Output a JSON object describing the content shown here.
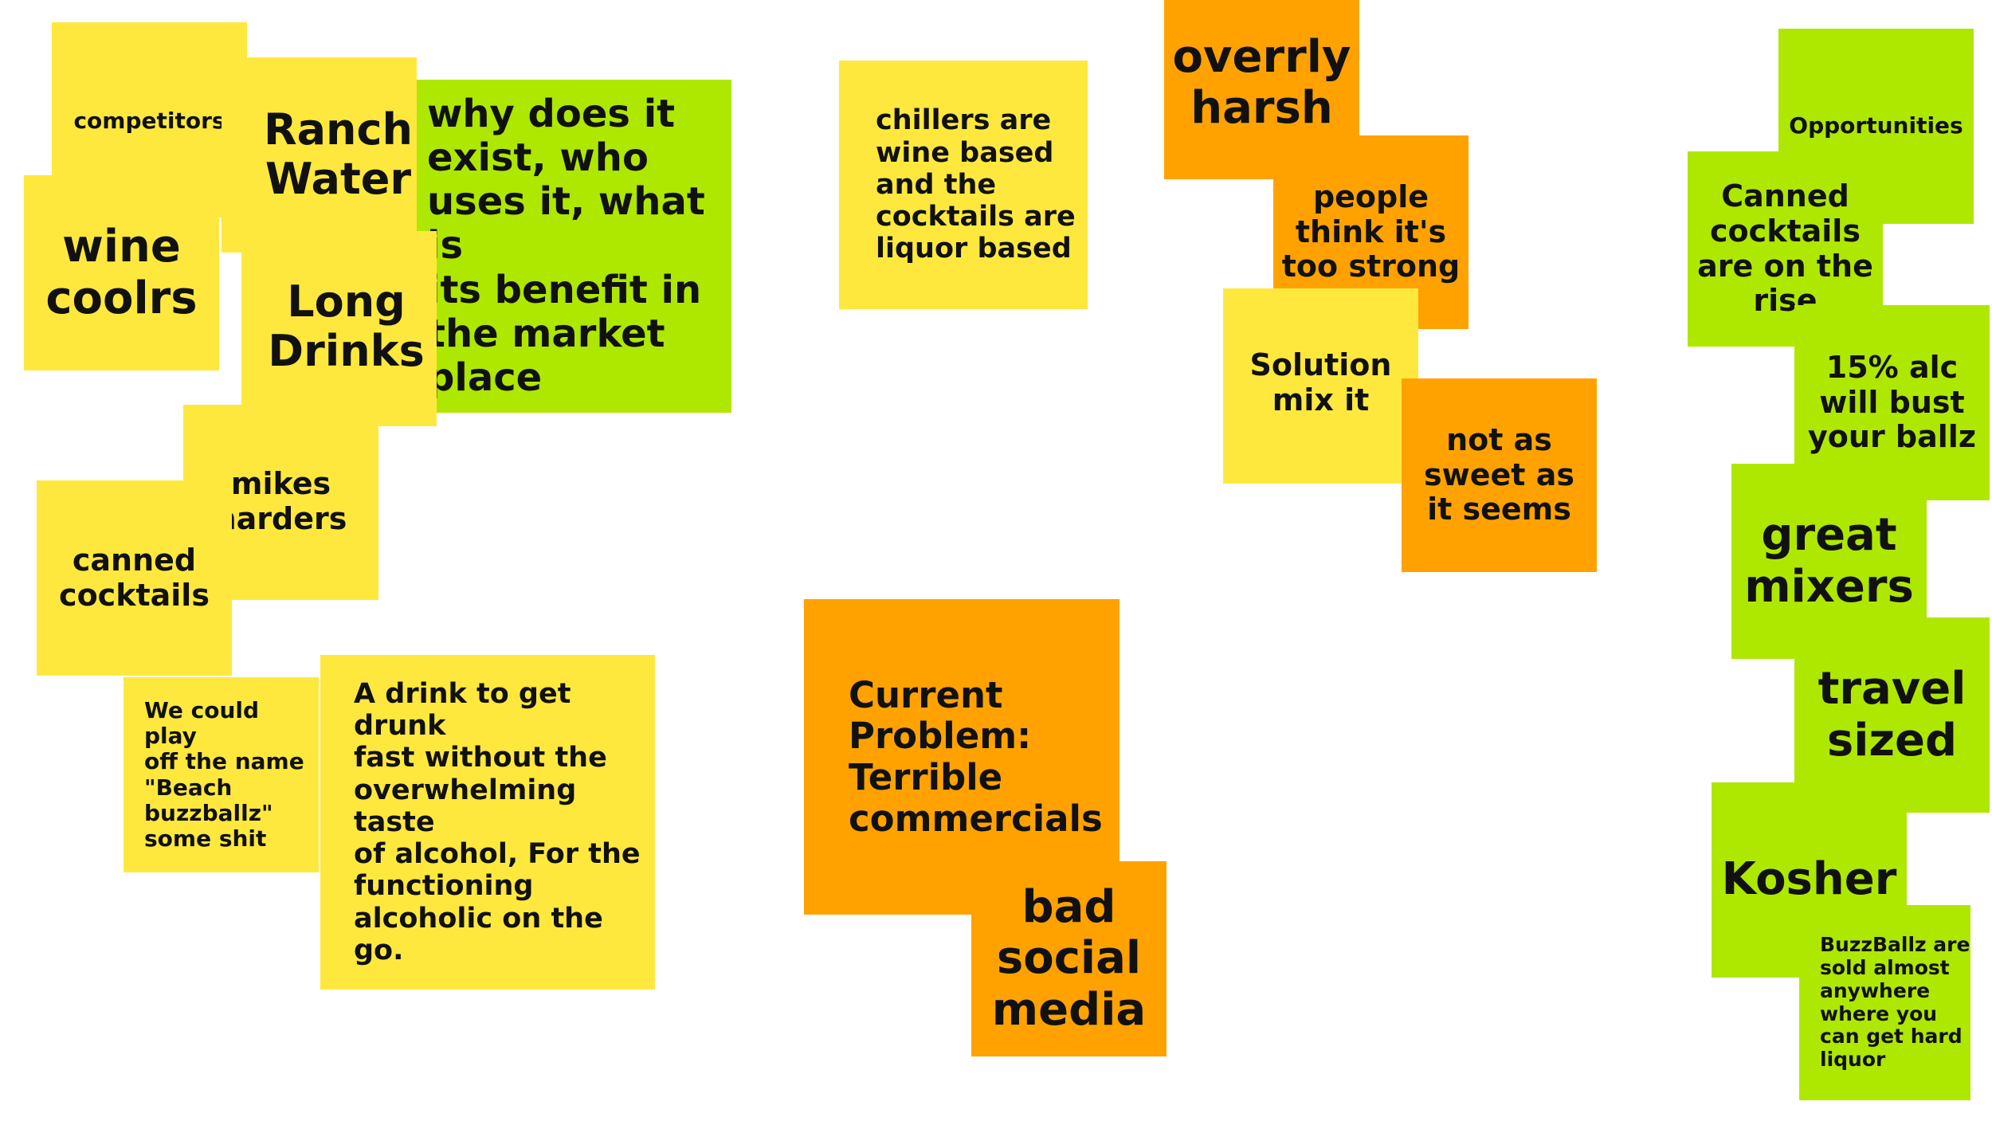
{
  "colors": {
    "yellow": "#ffe83e",
    "green": "#aee800",
    "orange": "#ffa200",
    "background": "#ffffff"
  },
  "notes": {
    "competitors": "competitors",
    "ranch_water": "Ranch\nWater",
    "why_exist": "why does it\nexist, who\nuses it, what is\nits benefit in\nthe market\nplace",
    "wine_coolrs": "wine\ncoolrs",
    "long_drinks": "Long\nDrinks",
    "mikes_harders": "mikes\nharders",
    "canned_cocktails": "canned\ncocktails",
    "beach_buzzballz": "We could play\noff the name\n\"Beach\nbuzzballz\"\nsome shit",
    "drink_to_get_drunk": "A drink to get drunk\nfast without the\noverwhelming taste\nof alcohol, For the\nfunctioning\nalcoholic on the go.",
    "chillers": "chillers are\nwine based\nand the\ncocktails are\nliquor based",
    "overly_harsh": "overrly\nharsh",
    "too_strong": "people\nthink it's\ntoo strong",
    "solution_mix": "Solution\nmix it",
    "not_as_sweet": "not as\nsweet as\nit seems",
    "current_problem": "Current\nProblem:\nTerrible\ncommercials",
    "bad_social_media": "bad\nsocial\nmedia",
    "opportunities": "Opportunities",
    "canned_on_rise": "Canned\ncocktails\nare on the\nrise",
    "fifteen_percent": "15% alc\nwill bust\nyour ballz",
    "great_mixers": "great\nmixers",
    "travel_sized": "travel\nsized",
    "kosher": "Kosher",
    "sold_everywhere": "BuzzBallz are\nsold almost\nanywhere\nwhere you\ncan get hard\nliquor"
  }
}
